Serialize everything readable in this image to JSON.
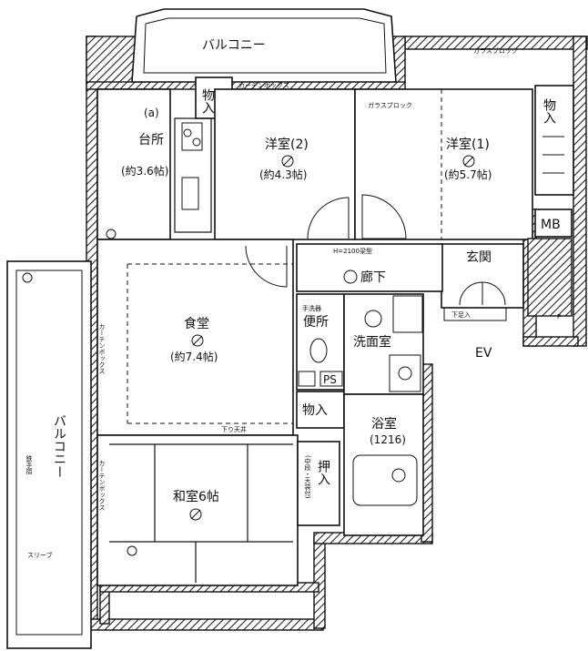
{
  "rooms": {
    "balcony_top": "バルコニー",
    "balcony_side": "バルコニー",
    "kitchen": "台所",
    "kitchen_mark": "(a)",
    "kitchen_size": "(約3.6帖)",
    "storage_top": "物入",
    "western2": "洋室(2)",
    "western2_size": "(約4.3帖)",
    "western1": "洋室(1)",
    "western1_size": "(約5.7帖)",
    "storage_right": "物入",
    "mb": "MB",
    "entrance": "玄関",
    "hallway": "廊下",
    "dining": "食堂",
    "dining_size": "(約7.4帖)",
    "toilet_note": "手洗器",
    "toilet": "便所",
    "ps": "PS",
    "storage_mid": "物入",
    "washroom": "洗面室",
    "bath": "浴室",
    "bath_size": "(1216)",
    "washitsu": "和室6帖",
    "oshiire": "押入",
    "oshiire_note": "(中段・天袋付)",
    "ev": "EV"
  },
  "notes": {
    "glass_block_top": "ガラスブロック",
    "glass_block_mid": "ガラスブロック",
    "curtain_box_top": "カーテンボックス",
    "curtain_box_side": "カーテンボックス",
    "curtain_box_side2": "カーテンボックス",
    "ceiling_drop": "下り天井",
    "hallway_beam": "H=2100梁型",
    "ceiling_drop_entrance": "下足入",
    "pre_label": "P",
    "tap": "鉄手摺",
    "sleeve": "スリーブ"
  }
}
